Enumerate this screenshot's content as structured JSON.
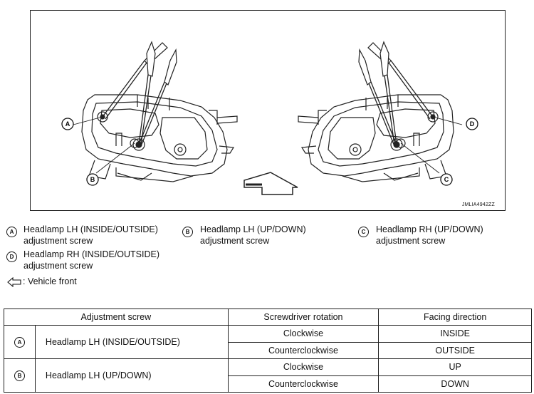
{
  "figure": {
    "code": "JMLIA4942ZZ",
    "callouts": {
      "a": "A",
      "b": "B",
      "c": "C",
      "d": "D"
    }
  },
  "legend": [
    {
      "letter": "A",
      "line1": "Headlamp LH (INSIDE/OUTSIDE)",
      "line2": "adjustment screw"
    },
    {
      "letter": "B",
      "line1": "Headlamp LH (UP/DOWN)",
      "line2": "adjustment screw"
    },
    {
      "letter": "C",
      "line1": "Headlamp RH (UP/DOWN)",
      "line2": "adjustment screw"
    },
    {
      "letter": "D",
      "line1": "Headlamp RH (INSIDE/OUTSIDE)",
      "line2": "adjustment screw"
    }
  ],
  "vehicle_front": ": Vehicle front",
  "table": {
    "headers": [
      "Adjustment screw",
      "Screwdriver rotation",
      "Facing direction"
    ],
    "rows": [
      {
        "letter": "A",
        "screw": "Headlamp LH (INSIDE/OUTSIDE)",
        "r1": {
          "rotation": "Clockwise",
          "direction": "INSIDE"
        },
        "r2": {
          "rotation": "Counterclockwise",
          "direction": "OUTSIDE"
        }
      },
      {
        "letter": "B",
        "screw": "Headlamp LH (UP/DOWN)",
        "r1": {
          "rotation": "Clockwise",
          "direction": "UP"
        },
        "r2": {
          "rotation": "Counterclockwise",
          "direction": "DOWN"
        }
      }
    ]
  }
}
